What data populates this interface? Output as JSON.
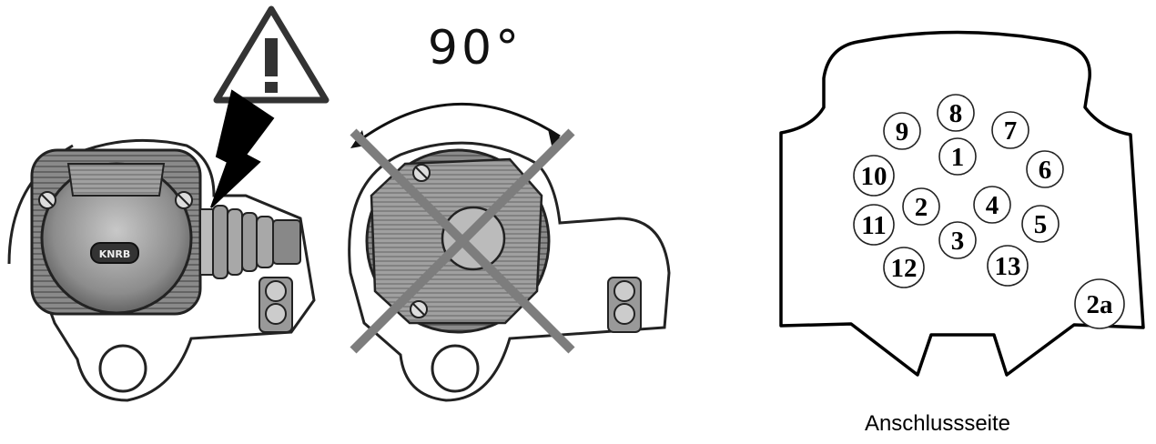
{
  "angle_label": "90°",
  "logo_text": "KNRB",
  "caption": "Anschlussseite",
  "pins": [
    "1",
    "2",
    "3",
    "4",
    "5",
    "6",
    "7",
    "8",
    "9",
    "10",
    "11",
    "12",
    "13",
    "2a"
  ]
}
